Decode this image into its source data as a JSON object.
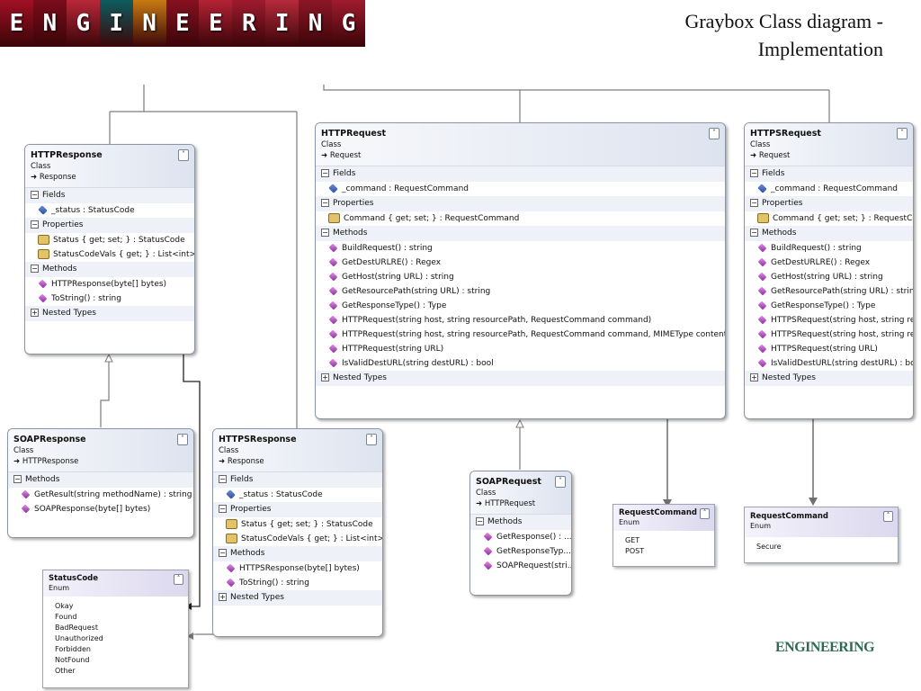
{
  "banner": {
    "letters": [
      "E",
      "N",
      "G",
      "I",
      "N",
      "E",
      "E",
      "R",
      "I",
      "N",
      "G"
    ],
    "tile_colors": [
      "#a11024",
      "#7a0c1a",
      "#b8283a",
      "#0d5c5f",
      "#c67a13",
      "#861120",
      "#b52235",
      "#9e1b2e",
      "#b62a3c",
      "#8e1626",
      "#a01b2d"
    ]
  },
  "slide": {
    "title_line1": "Graybox Class diagram -",
    "title_line2": "Implementation",
    "footer_logo": "ENGINEERING"
  },
  "classes": {
    "httpresponse": {
      "name": "HTTPResponse",
      "kind": "Class",
      "base": "Response",
      "sections": {
        "fields": "Fields",
        "properties": "Properties",
        "methods": "Methods",
        "nested": "Nested Types"
      },
      "fields": [
        "_status : StatusCode"
      ],
      "properties": [
        "Status { get; set; } : StatusCode",
        "StatusCodeVals { get; } : List<int>"
      ],
      "methods": [
        "HTTPResponse(byte[] bytes)",
        "ToString() : string"
      ]
    },
    "soapresponse": {
      "name": "SOAPResponse",
      "kind": "Class",
      "base": "HTTPResponse",
      "sections": {
        "methods": "Methods"
      },
      "methods": [
        "GetResult(string methodName) : string",
        "SOAPResponse(byte[] bytes)"
      ]
    },
    "httpsresponse": {
      "name": "HTTPSResponse",
      "kind": "Class",
      "base": "Response",
      "sections": {
        "fields": "Fields",
        "properties": "Properties",
        "methods": "Methods",
        "nested": "Nested Types"
      },
      "fields": [
        "_status : StatusCode"
      ],
      "properties": [
        "Status { get; set; } : StatusCode",
        "StatusCodeVals { get; } : List<int>"
      ],
      "methods": [
        "HTTPSResponse(byte[] bytes)",
        "ToString() : string"
      ]
    },
    "httprequest": {
      "name": "HTTPRequest",
      "kind": "Class",
      "base": "Request",
      "sections": {
        "fields": "Fields",
        "properties": "Properties",
        "methods": "Methods",
        "nested": "Nested Types"
      },
      "fields": [
        "_command : RequestCommand"
      ],
      "properties": [
        "Command { get; set; } : RequestCommand"
      ],
      "methods": [
        "BuildRequest() : string",
        "GetDestURLRE() : Regex",
        "GetHost(string URL) : string",
        "GetResourcePath(string URL) : string",
        "GetResponseType() : Type",
        "HTTPRequest(string host, string resourcePath, RequestCommand command)",
        "HTTPRequest(string host, string resourcePath, RequestCommand command, MIMEType contentType)",
        "HTTPRequest(string URL)",
        "IsValidDestURL(string destURL) : bool"
      ]
    },
    "httpsrequest": {
      "name": "HTTPSRequest",
      "kind": "Class",
      "base": "Request",
      "sections": {
        "fields": "Fields",
        "properties": "Properties",
        "methods": "Methods",
        "nested": "Nested Types"
      },
      "fields": [
        "_command : RequestCommand"
      ],
      "properties": [
        "Command { get; set; } : RequestCo..."
      ],
      "methods": [
        "BuildRequest() : string",
        "GetDestURLRE() : Regex",
        "GetHost(string URL) : string",
        "GetResourcePath(string URL) : string",
        "GetResponseType() : Type",
        "HTTPSRequest(string host, string re...",
        "HTTPSRequest(string host, string re...",
        "HTTPSRequest(string URL)",
        "IsValidDestURL(string destURL) : bool"
      ]
    },
    "soaprequest": {
      "name": "SOAPRequest",
      "kind": "Class",
      "base": "HTTPRequest",
      "sections": {
        "methods": "Methods"
      },
      "methods": [
        "GetResponse() : ...",
        "GetResponseTyp...",
        "SOAPRequest(stri..."
      ]
    }
  },
  "enums": {
    "statuscode": {
      "name": "StatusCode",
      "kind": "Enum",
      "values": [
        "Okay",
        "Found",
        "BadRequest",
        "Unauthorized",
        "Forbidden",
        "NotFound",
        "Other"
      ]
    },
    "requestcommand_http": {
      "name": "RequestCommand",
      "kind": "Enum",
      "values": [
        "GET",
        "POST"
      ]
    },
    "requestcommand_https": {
      "name": "RequestCommand",
      "kind": "Enum",
      "values": [
        "Secure"
      ]
    }
  }
}
